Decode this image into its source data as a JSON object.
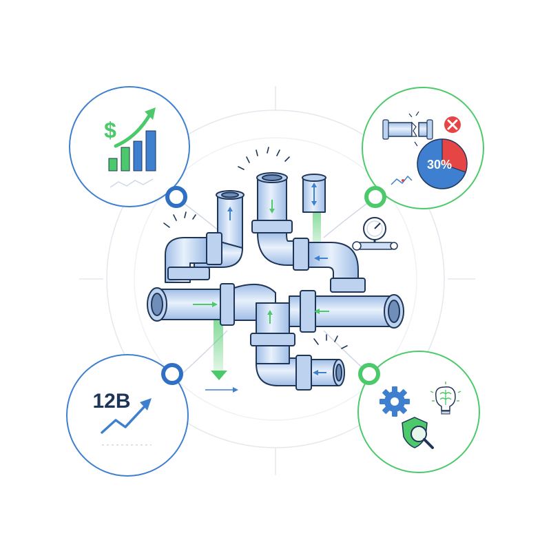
{
  "colors": {
    "blue": "#2f6fc4",
    "green": "#4cc96a",
    "red": "#e54545",
    "pipe_fill": "#cfe0f6",
    "pipe_dark": "#1f3558",
    "guide": "#e3e8ef"
  },
  "callouts": {
    "top_left": {
      "icon": "dollar-growth-bar-chart-icon",
      "symbol": "$"
    },
    "top_right": {
      "icon": "broken-pipe-icon",
      "percent_label": "30%",
      "percent_value": 30,
      "status_icon": "error-x-icon"
    },
    "bottom_left": {
      "metric_label": "12B",
      "icon": "rising-trend-line-icon"
    },
    "bottom_right": {
      "icons": [
        "gear-icon",
        "brain-lightbulb-icon",
        "shield-magnifier-icon"
      ]
    }
  },
  "center": {
    "icon": "pipe-network-icon",
    "accessory_icon": "pressure-gauge-wrench-icon"
  }
}
